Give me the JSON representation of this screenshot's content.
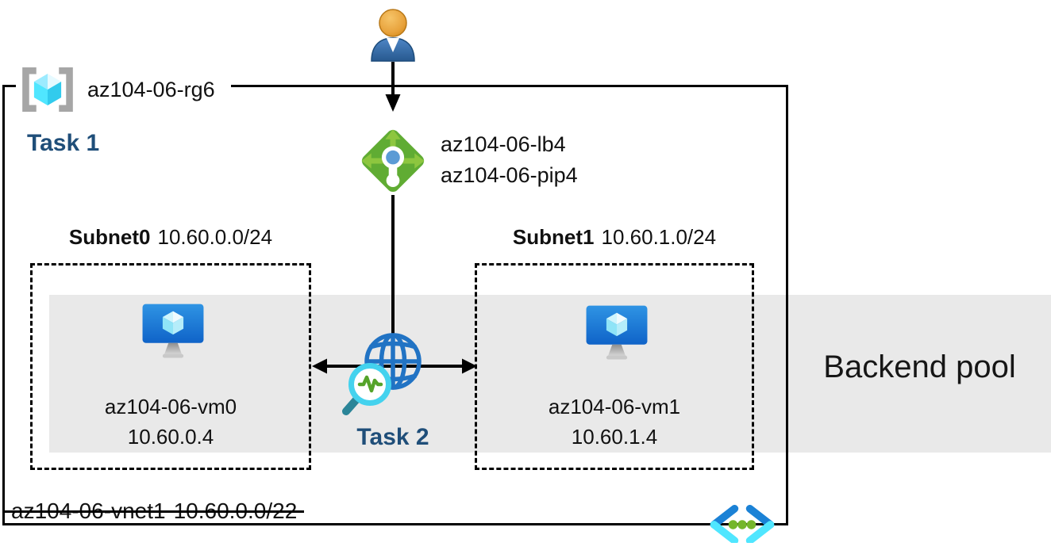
{
  "resource_group": {
    "label": "az104-06-rg6"
  },
  "tasks": {
    "task1": "Task 1",
    "task2": "Task 2"
  },
  "load_balancer": {
    "name": "az104-06-lb4",
    "public_ip_name": "az104-06-pip4"
  },
  "subnets": [
    {
      "name": "Subnet0",
      "cidr": "10.60.0.0/24",
      "vm": {
        "name": "az104-06-vm0",
        "ip": "10.60.0.4"
      }
    },
    {
      "name": "Subnet1",
      "cidr": "10.60.1.0/24",
      "vm": {
        "name": "az104-06-vm1",
        "ip": "10.60.1.4"
      }
    }
  ],
  "backend_pool": {
    "label": "Backend pool"
  },
  "vnet": {
    "name": "az104-06-vnet1",
    "cidr": "10.60.0.0/22"
  },
  "icons": {
    "user": "user-icon",
    "resource_group": "resource-group-brackets-cube-icon",
    "load_balancer": "load-balancer-icon",
    "virtual_machine": "virtual-machine-icon",
    "globe_magnifier": "globe-magnifier-icon",
    "virtual_network": "virtual-network-chevrons-icon"
  },
  "colors": {
    "task_text": "#1F4E79",
    "backend_band": "#E9E9E9",
    "lb_green": "#60AC33",
    "lb_arrow_green": "#8DC63F",
    "lb_center_blue": "#5B9BD5",
    "vm_monitor_blue": "#1E78D7",
    "cube_cyan": "#50E6FF",
    "bracket_gray": "#A6A6A6",
    "globe_blue": "#2173C4",
    "magnifier_cyan": "#44D2EE",
    "pulse_green": "#55A32A",
    "vnet_chevron_blue": "#1B82D6",
    "vnet_chevron_cyan": "#50E6FF",
    "vnet_dot_green": "#74B62B",
    "person_head_orange": "#E8A33D",
    "person_body_blue": "#3A6EA5",
    "outline_black": "#000000"
  }
}
